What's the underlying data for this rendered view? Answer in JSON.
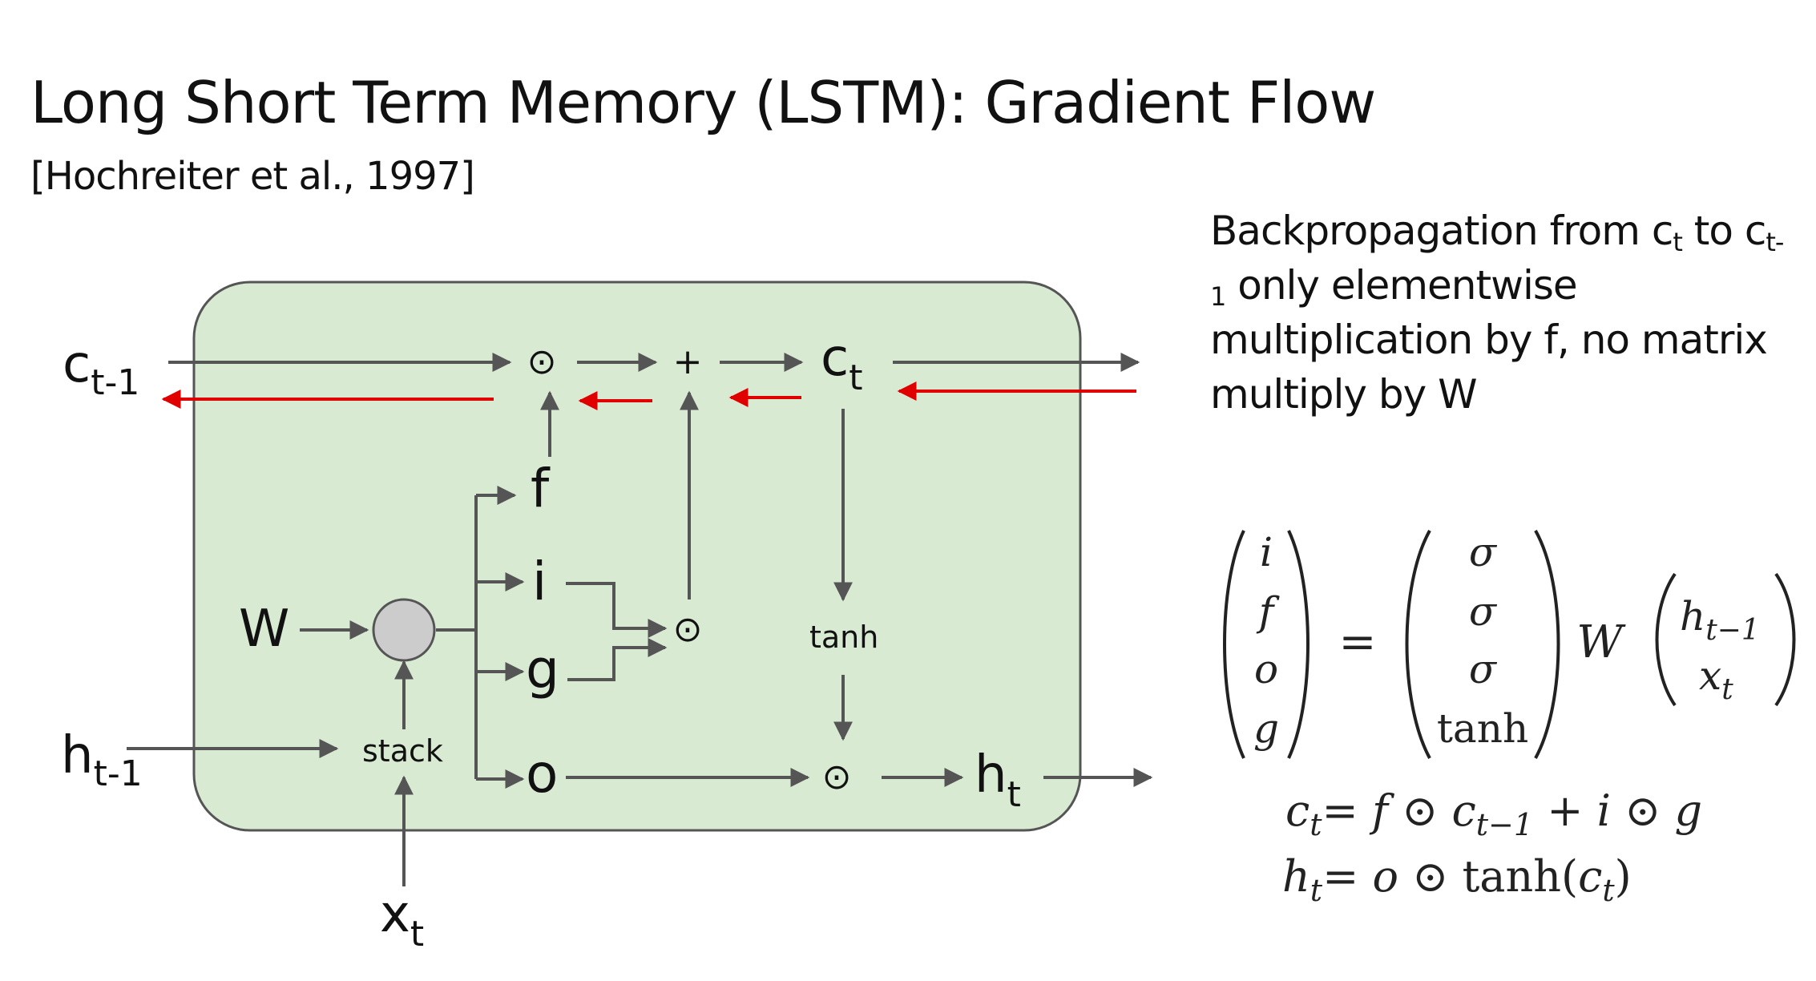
{
  "slide": {
    "title": "Long Short Term Memory (LSTM): Gradient Flow",
    "citation": "[Hochreiter et al., 1997]"
  },
  "note": {
    "part1": "Backpropagation from c",
    "sub1": "t",
    "part2": " to c",
    "sub2": "t-1",
    "part3": " only elementwise multiplication by f, no matrix multiply by W"
  },
  "diagram": {
    "c_prev": "c",
    "c_prev_sub": "t-1",
    "h_prev": "h",
    "h_prev_sub": "t-1",
    "c_t": "c",
    "c_t_sub": "t",
    "h_t": "h",
    "h_t_sub": "t",
    "x_t": "x",
    "x_t_sub": "t",
    "W": "W",
    "stack": "stack",
    "tanh": "tanh",
    "gate_f": "f",
    "gate_i": "i",
    "gate_g": "g",
    "gate_o": "o",
    "odot": "⊙",
    "plus": "+",
    "colors": {
      "cell_fill": "#d9ead3",
      "cell_stroke": "#555555",
      "arrow": "#555555",
      "gradient_arrow": "#e00000",
      "node_fill": "#cccccc"
    }
  },
  "equations": {
    "lhs_vector": [
      "i",
      "f",
      "o",
      "g"
    ],
    "equals": "=",
    "activations": [
      "σ",
      "σ",
      "σ",
      "tanh"
    ],
    "W": "W",
    "input_vector": [
      "h",
      "x"
    ],
    "input_subs": [
      "t−1",
      "t"
    ],
    "eq1": {
      "lhs": "c",
      "lhs_sub": "t",
      "eq": "= ",
      "f": "f",
      "op": " ⊙ ",
      "c": "c",
      "c_sub": "t−1",
      "plus": " + ",
      "i": "i",
      "op2": " ⊙ ",
      "g": "g"
    },
    "eq2": {
      "lhs": "h",
      "lhs_sub": "t",
      "eq": "= ",
      "o": "o",
      "op": " ⊙ ",
      "tanh": "tanh(",
      "c": "c",
      "c_sub": "t",
      "close": ")"
    }
  }
}
